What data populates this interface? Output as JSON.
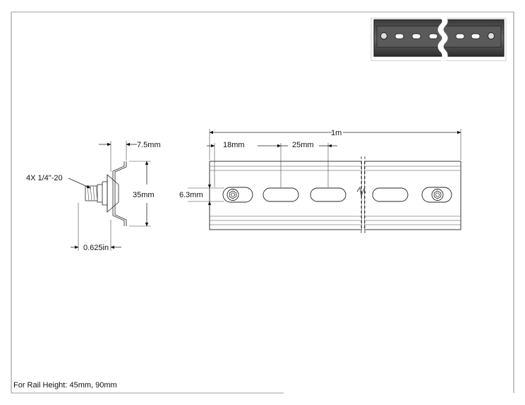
{
  "dimensions": {
    "overall_length": "1m",
    "slot_offset": "18mm",
    "slot_pitch": "25mm",
    "slot_height": "6.3mm",
    "flange_width": "7.5mm",
    "rail_height": "35mm",
    "standoff": "0.625in"
  },
  "callouts": {
    "fastener": "4X 1/4\"-20"
  },
  "notes": {
    "rail_heights": "For Rail Height: 45mm, 90mm"
  }
}
